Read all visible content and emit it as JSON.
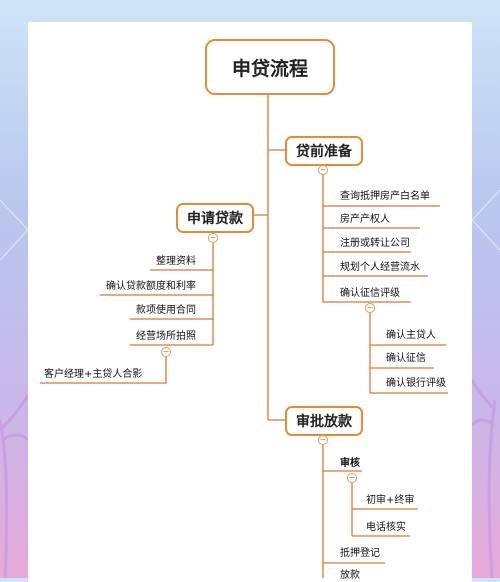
{
  "title": "申贷流程",
  "branches": {
    "prep": {
      "label": "贷前准备",
      "items": [
        "查询抵押房产白名单",
        "房产产权人",
        "注册或转让公司",
        "规划个人经营流水",
        "确认征信评级"
      ],
      "sub_items": [
        "确认主贷人",
        "确认征信",
        "确认银行评级"
      ]
    },
    "apply": {
      "label": "申请贷款",
      "items": [
        "整理资料",
        "确认贷款额度和利率",
        "款项使用合同",
        "经营场所拍照"
      ],
      "sub_items": [
        "客户经理+主贷人合影"
      ]
    },
    "approve": {
      "label": "审批放款",
      "items": [
        "审核",
        "抵押登记",
        "放款"
      ],
      "sub_items": [
        "初审+终审",
        "电话核实"
      ]
    }
  },
  "colors": {
    "accent": "#e98a3a",
    "line": "#d9783a"
  }
}
